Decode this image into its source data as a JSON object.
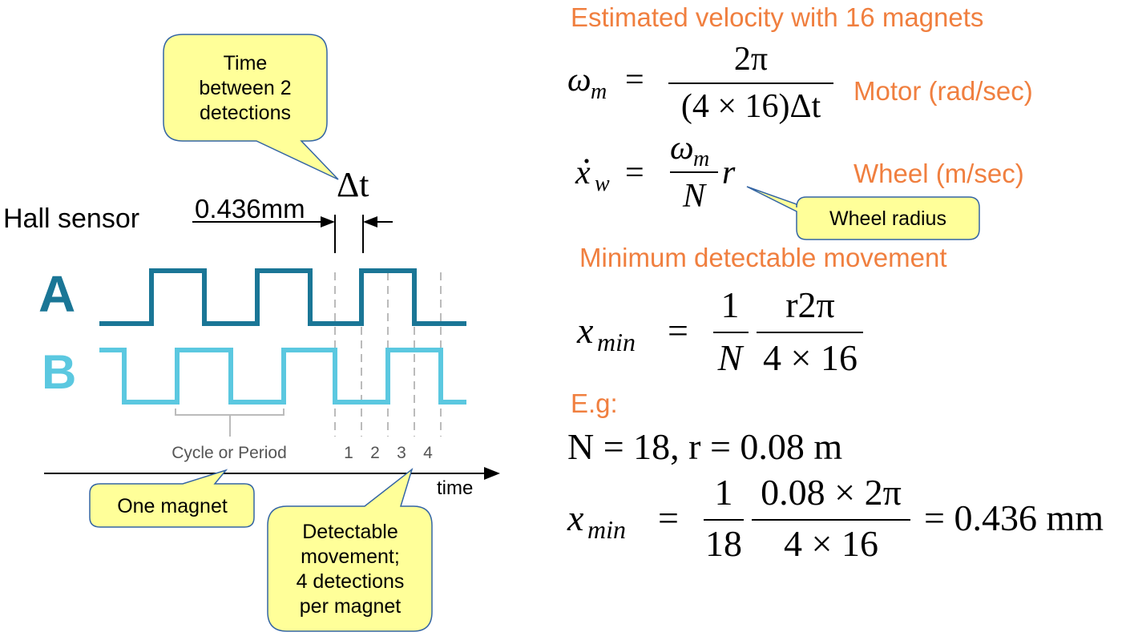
{
  "colors": {
    "accent": "#f07f3f",
    "signal_a": "#1a7696",
    "signal_b": "#5bc8e0",
    "callout_fill": "#ffff99",
    "callout_stroke": "#3465a4"
  },
  "diagram": {
    "hall_sensor_label": "Hall sensor",
    "channel_a": "A",
    "channel_b": "B",
    "distance_label": "0.436mm",
    "delta_t_symbol": "Δt",
    "cycle_label": "Cycle or Period",
    "step_labels": [
      "1",
      "2",
      "3",
      "4"
    ],
    "time_label": "time"
  },
  "callouts": {
    "time_between": [
      "Time",
      "between 2",
      "detections"
    ],
    "one_magnet": "One magnet",
    "detectable": [
      "Detectable",
      "movement;",
      "4 detections",
      "per magnet"
    ],
    "wheel_radius": "Wheel radius"
  },
  "right_panel": {
    "velocity_heading": "Estimated velocity with 16 magnets",
    "motor_label": "Motor (rad/sec)",
    "wheel_label": "Wheel (m/sec)",
    "min_heading": "Minimum detectable movement",
    "example_heading": "E.g:"
  },
  "formulas": {
    "omega_lhs": "ω",
    "omega_sub": "m",
    "equals": "=",
    "omega_num": "2π",
    "omega_den": "(4 × 16)Δt",
    "xw_lhs": "x",
    "xw_sub": "w",
    "xw_num_omega": "ω",
    "xw_num_sub": "m",
    "xw_den": "N",
    "xw_r": "r",
    "xmin_lhs": "x",
    "xmin_sub": "min",
    "xmin_f1_num": "1",
    "xmin_f1_den": "N",
    "xmin_f2_num": "r2π",
    "xmin_f2_den": "4 × 16",
    "example_line": "N = 18, r = 0.08 m",
    "ex_f1_num": "1",
    "ex_f1_den": "18",
    "ex_f2_num": "0.08 × 2π",
    "ex_f2_den": "4 × 16",
    "ex_result": "= 0.436 mm"
  }
}
